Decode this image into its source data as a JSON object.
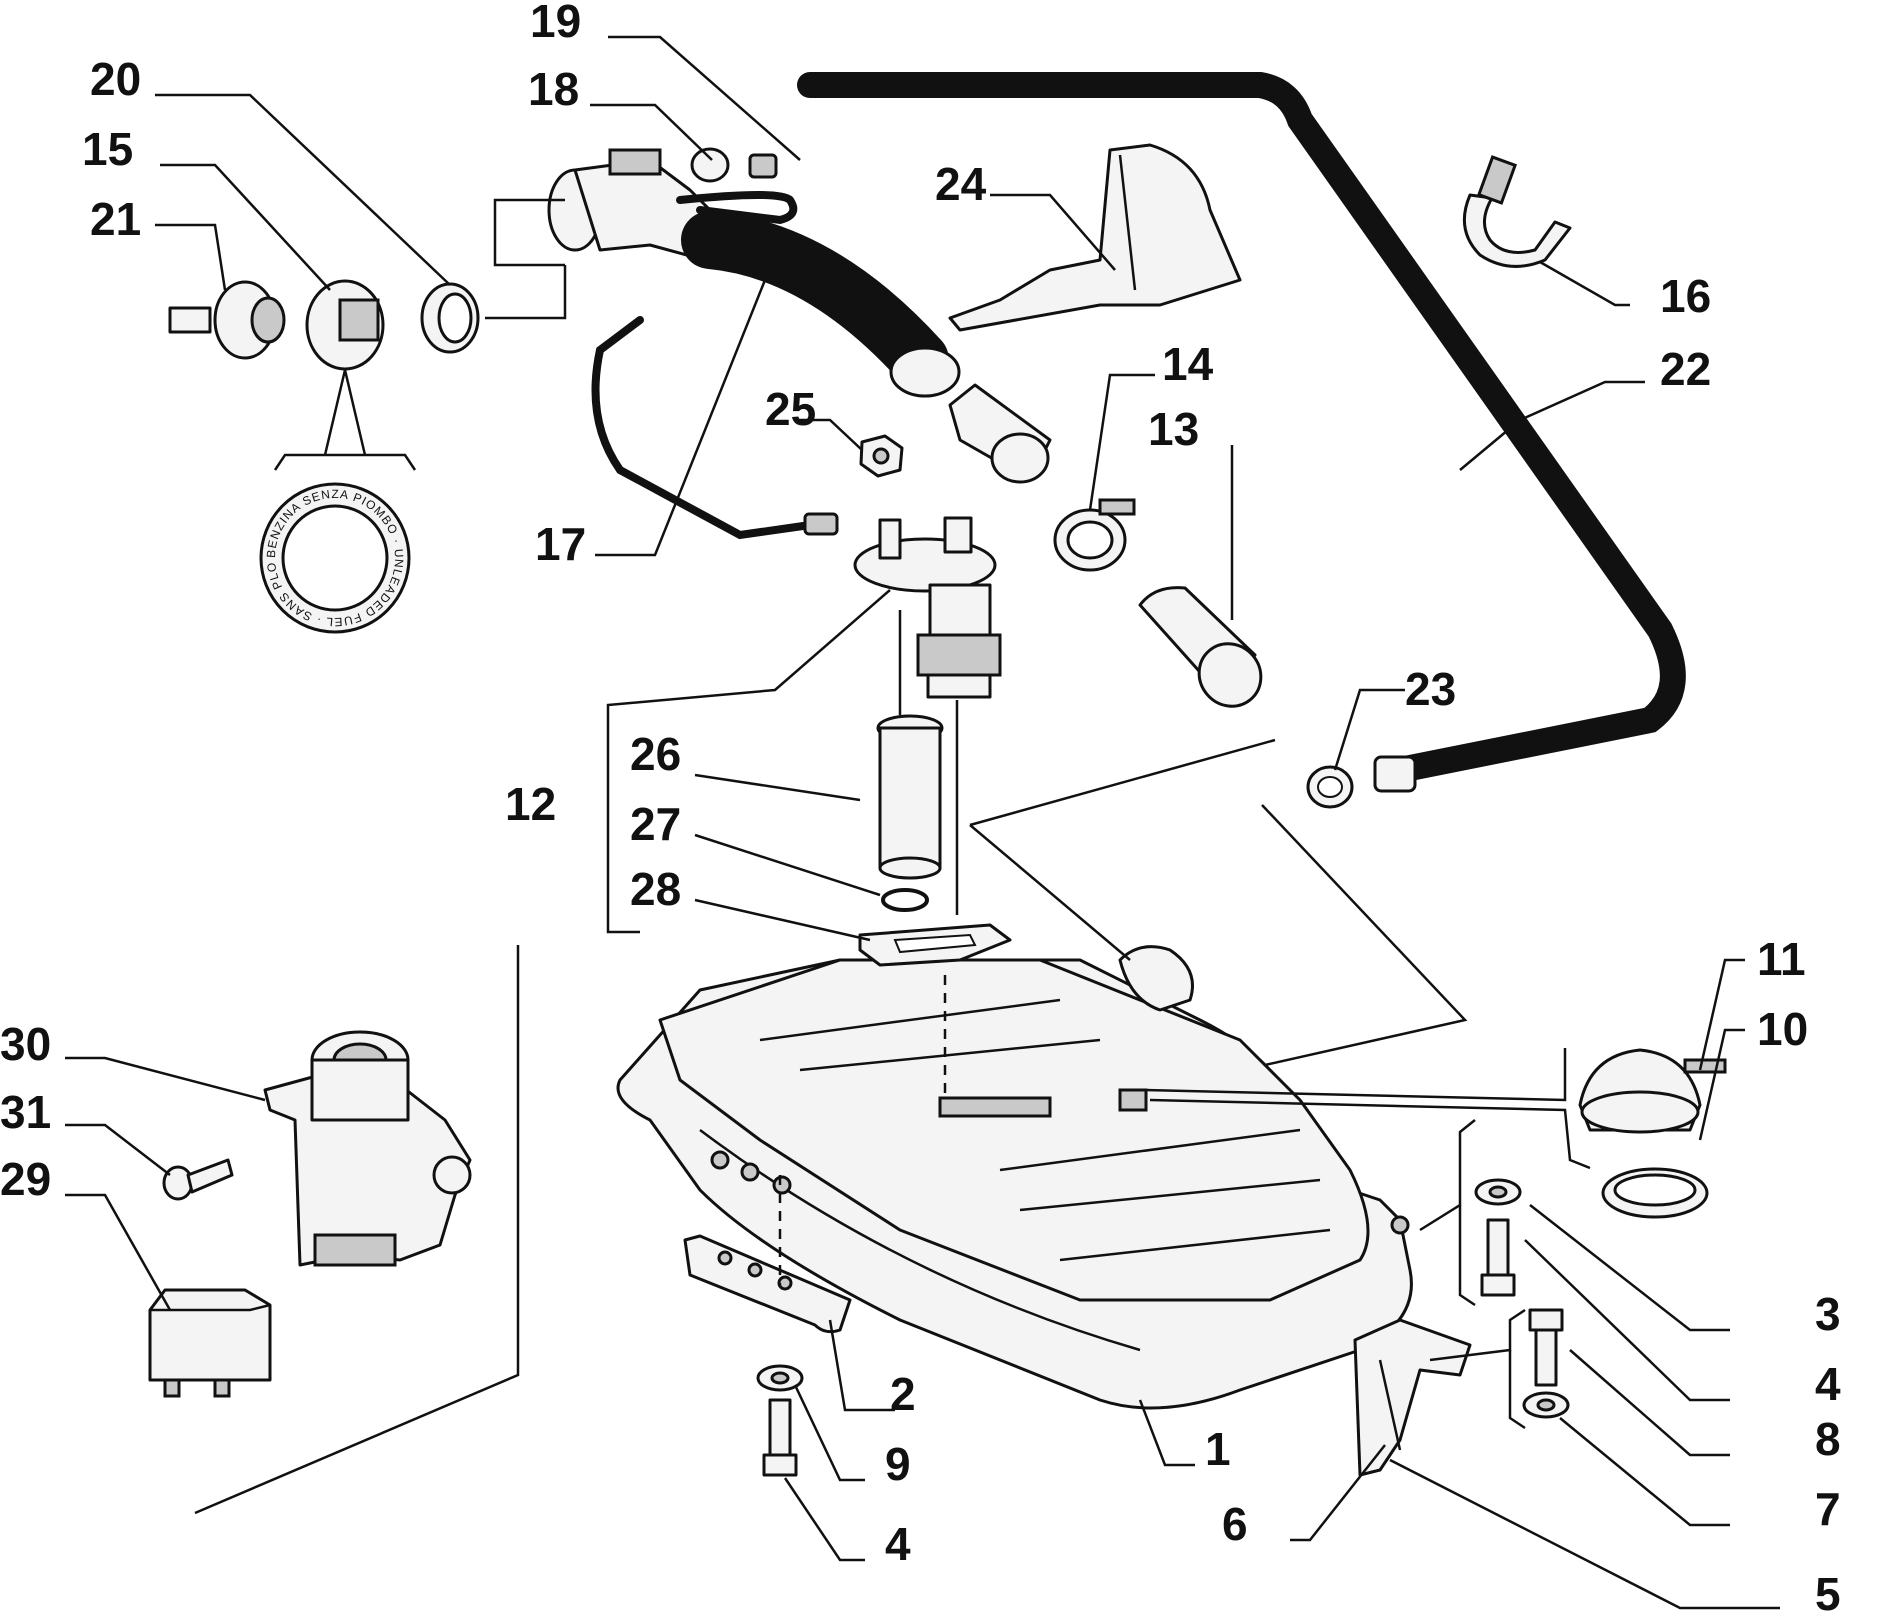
{
  "diagram": {
    "callouts": {
      "c1": "1",
      "c2": "2",
      "c3": "3",
      "c4a": "4",
      "c4b": "4",
      "c5": "5",
      "c6": "6",
      "c7": "7",
      "c8": "8",
      "c9": "9",
      "c10": "10",
      "c11": "11",
      "c12": "12",
      "c13": "13",
      "c14": "14",
      "c15": "15",
      "c16": "16",
      "c17": "17",
      "c18": "18",
      "c19": "19",
      "c20": "20",
      "c21": "21",
      "c22": "22",
      "c23": "23",
      "c24": "24",
      "c25": "25",
      "c26": "26",
      "c27": "27",
      "c28": "28",
      "c29": "29",
      "c30": "30",
      "c31": "31"
    },
    "seal_label": "BENZINA SENZA PIOMBO · UNLEADED FUEL · SANS PLOMB ·"
  }
}
